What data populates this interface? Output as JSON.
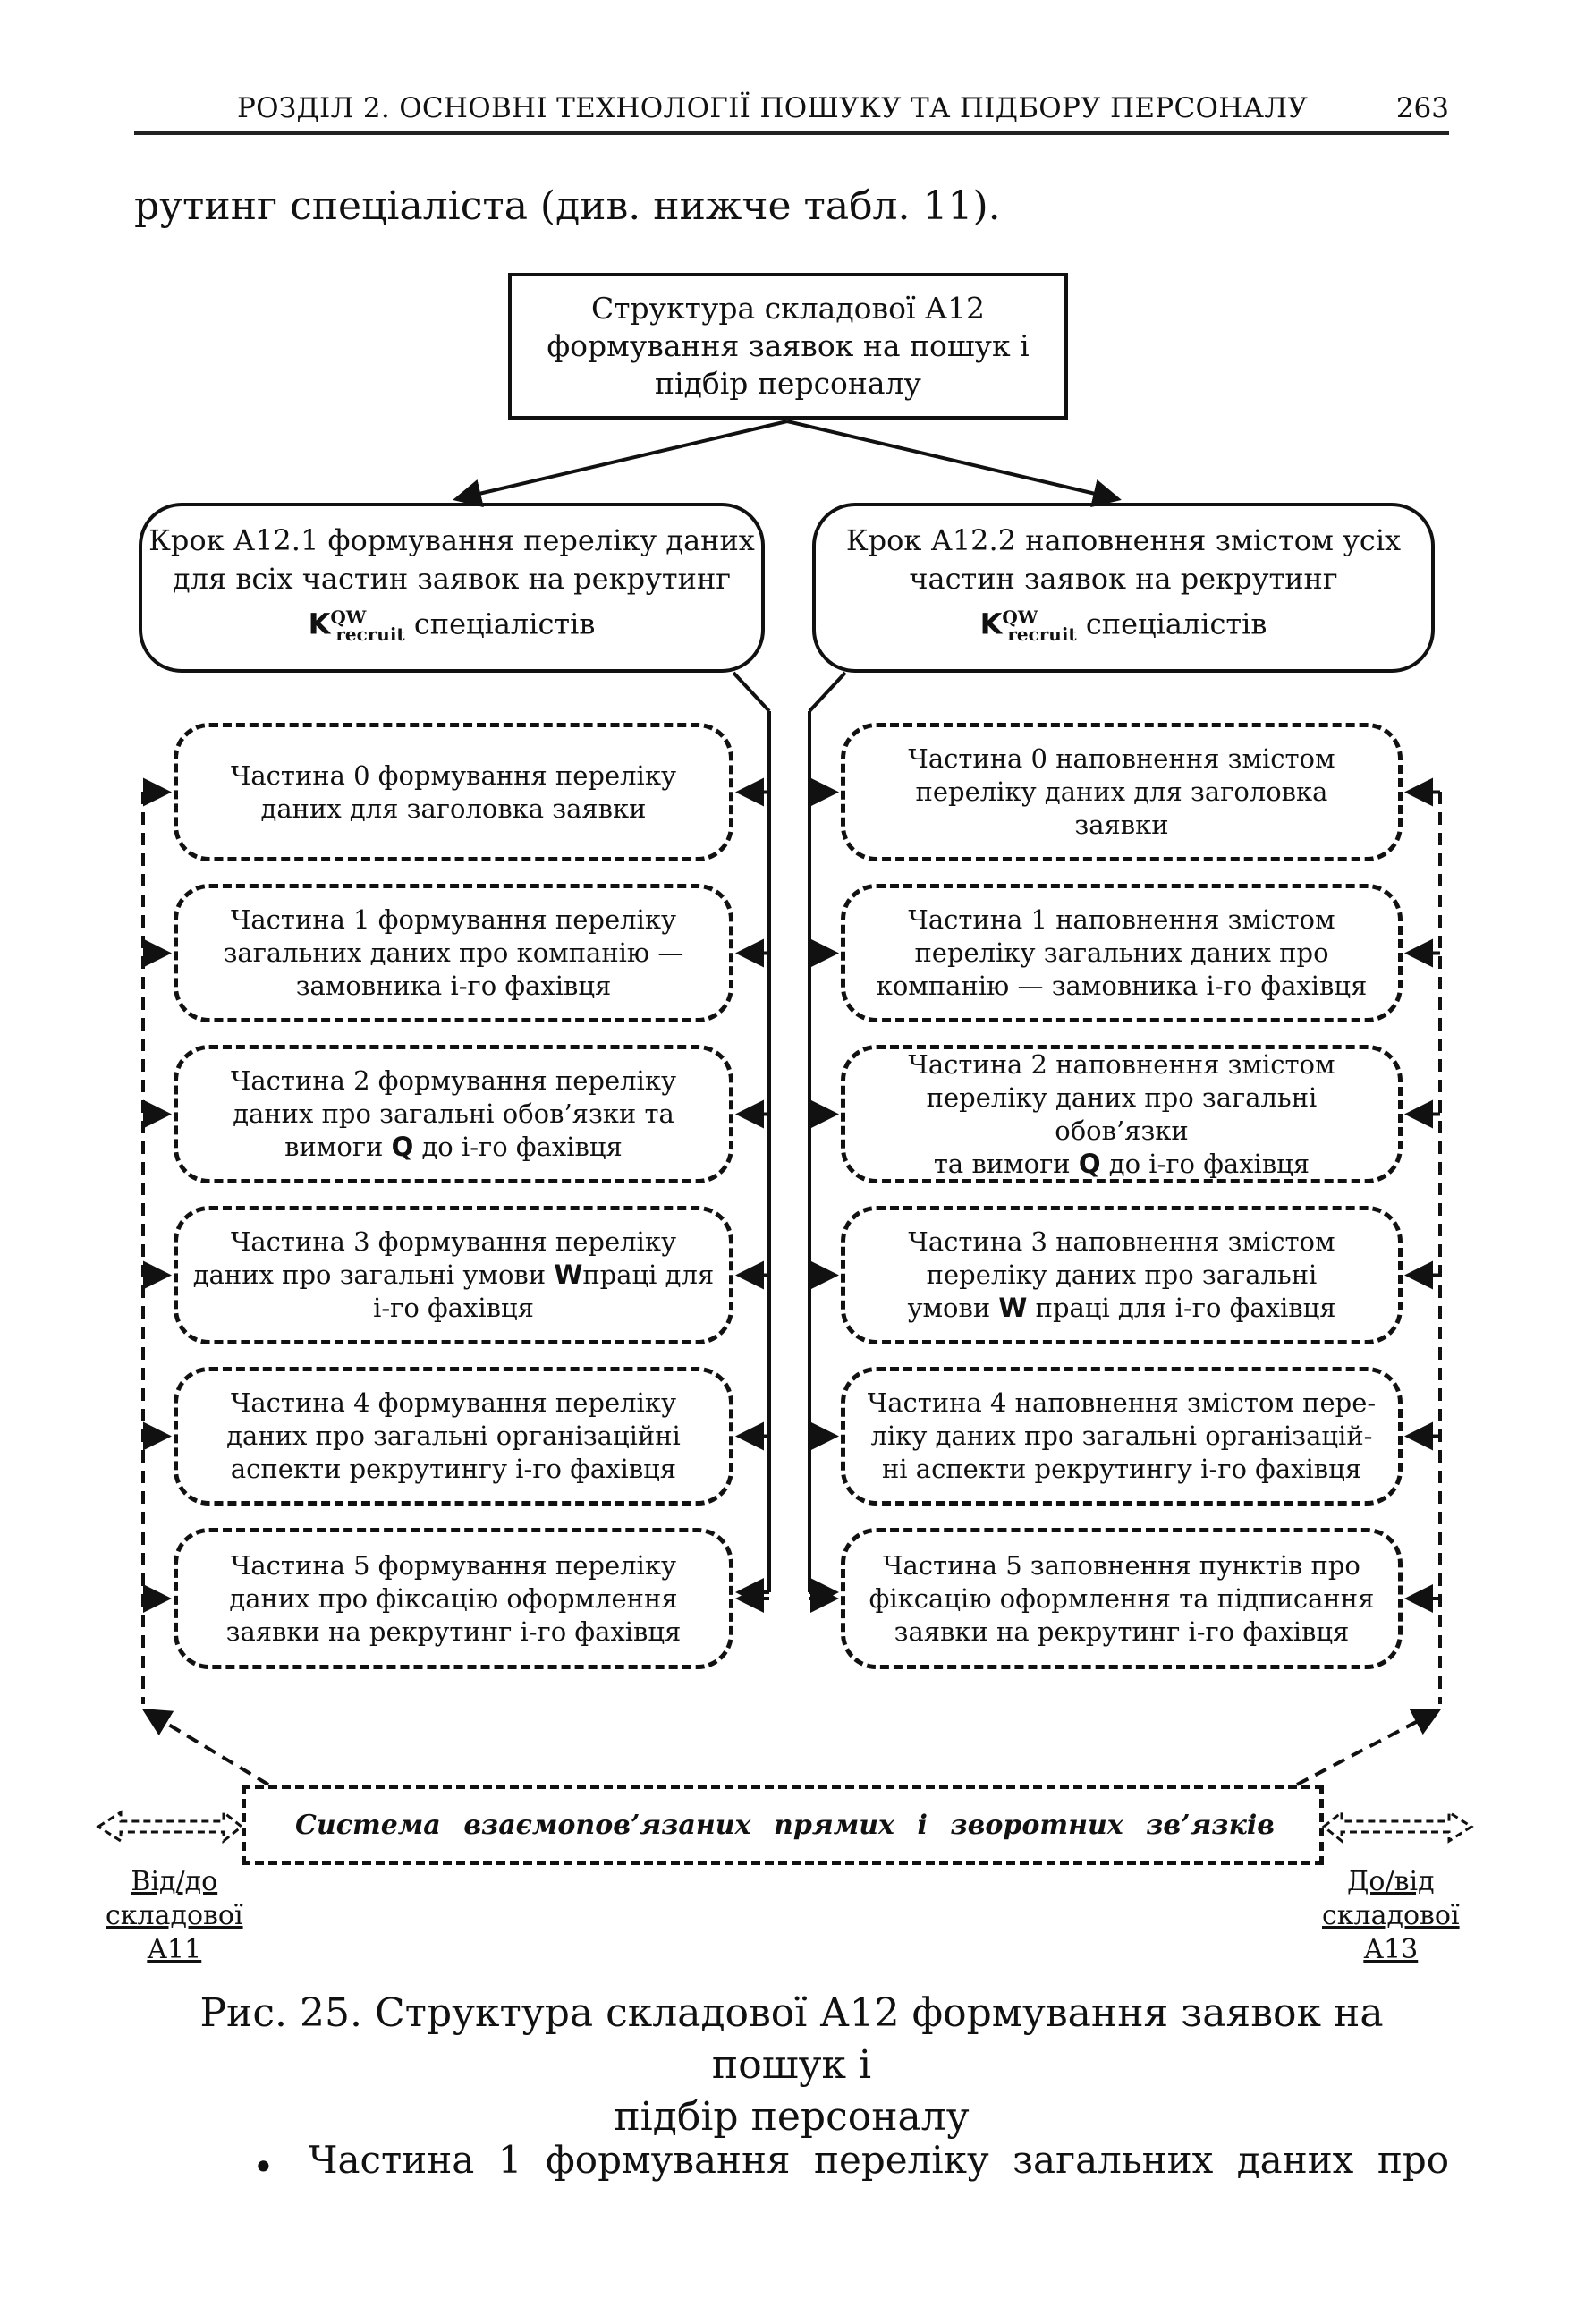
{
  "header": {
    "title": "РОЗДІЛ 2. ОСНОВНІ ТЕХНОЛОГІЇ ПОШУКУ ТА ПІДБОРУ ПЕРСОНАЛУ",
    "page": "263"
  },
  "intro_text": "рутинг спеціаліста (див. нижче табл. 11).",
  "top_box": {
    "line1": "Структура складової А12",
    "line2": "формування заявок на пошук і",
    "line3": "підбір персоналу"
  },
  "step1": {
    "line1": "Крок А12.1 формування переліку даних",
    "line2": "для всіх частин заявок на рекрутинг",
    "k": "K",
    "sup": "QW",
    "sub": "recruit",
    "rest": " спеціалістів"
  },
  "step2": {
    "line1": "Крок А12.2 наповнення змістом усіх",
    "line2": "частин заявок на рекрутинг",
    "k": "K",
    "sup": "QW",
    "sub": "recruit",
    "rest": " спеціалістів"
  },
  "left_parts": [
    {
      "lines": [
        "Частина 0 формування переліку",
        "даних для заголовка заявки"
      ]
    },
    {
      "lines": [
        "Частина 1 формування переліку",
        "загальних даних про компанію  —",
        "замовника і-го фахівця"
      ]
    },
    {
      "lines": [
        "Частина 2 формування переліку",
        "даних про загальні обов’язки та",
        "вимоги ",
        "Q",
        " до і-го фахівця"
      ]
    },
    {
      "lines": [
        "Частина 3 формування переліку",
        "даних про загальні умови ",
        "W",
        "праці для і-го фахівця"
      ]
    },
    {
      "lines": [
        "Частина 4 формування переліку",
        "даних про загальні організаційні",
        "аспекти  рекрутингу і-го фахівця"
      ]
    },
    {
      "lines": [
        "Частина 5 формування переліку",
        "даних про фіксацію оформлення",
        "заявки на рекрутинг і-го фахівця"
      ]
    }
  ],
  "right_parts": [
    {
      "lines": [
        "Частина 0 наповнення змістом",
        "переліку даних для заголовка",
        "заявки"
      ]
    },
    {
      "lines": [
        "Частина 1 наповнення змістом",
        "переліку загальних даних про",
        "компанію  — замовника і-го фахівця"
      ]
    },
    {
      "lines": [
        "Частина 2 наповнення змістом",
        "переліку даних про загальні обов’язки",
        "та вимоги ",
        "Q",
        " до і-го фахівця"
      ]
    },
    {
      "lines": [
        "Частина 3 наповнення змістом",
        "переліку даних про загальні",
        "умови ",
        "W",
        " праці для і-го фахівця"
      ]
    },
    {
      "lines": [
        "Частина 4 наповнення змістом пере-",
        "ліку даних про загальні організацій-",
        "ні аспекти рекрутингу і-го фахівця"
      ]
    },
    {
      "lines": [
        "Частина 5 заповнення пунктів про",
        "фіксацію оформлення та підписання",
        "заявки на рекрутинг і-го фахівця"
      ]
    }
  ],
  "system": {
    "words": [
      "Система",
      "взаємопов’язаних",
      "прямих",
      "і",
      "зворотних",
      "зв’язків"
    ]
  },
  "left_link": {
    "line1": "Від/до",
    "line2": "складової",
    "line3": "А11"
  },
  "right_link": {
    "line1": "До/від",
    "line2": "складової",
    "line3": "А13"
  },
  "caption": {
    "line1": "Рис. 25. Структура складової А12 формування заявок на пошук і",
    "line2": "підбір персоналу"
  },
  "bullet": {
    "dot": "•",
    "text": "Частина 1 формування переліку загальних даних про"
  }
}
